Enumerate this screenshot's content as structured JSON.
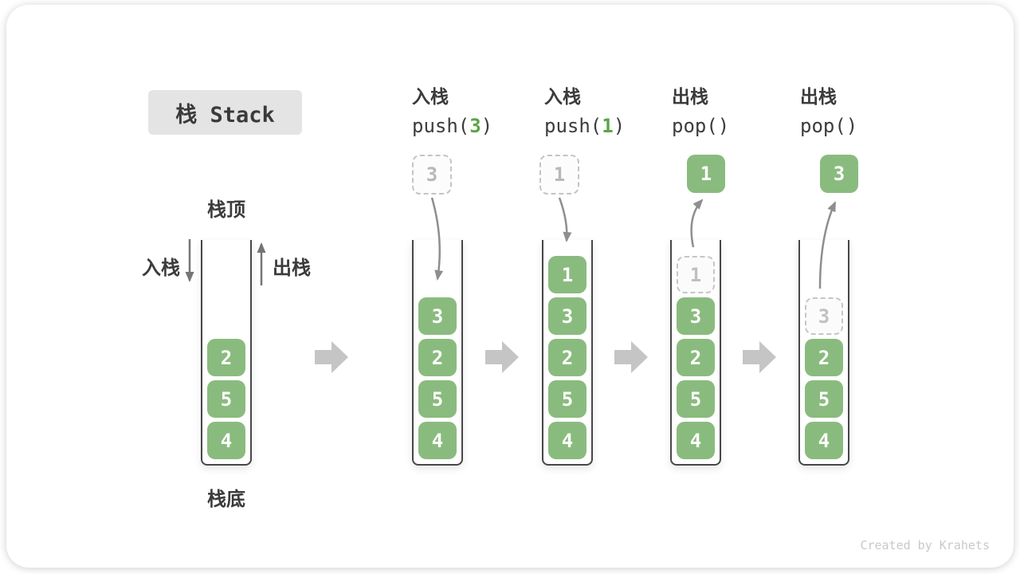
{
  "title": {
    "text": "栈 Stack"
  },
  "side_labels": {
    "stack_top": "栈顶",
    "stack_bottom": "栈底",
    "push_in": "入栈",
    "pop_out": "出栈"
  },
  "operations": [
    {
      "name_cn": "入栈",
      "code_pre": "push(",
      "arg": "3",
      "code_post": ")"
    },
    {
      "name_cn": "入栈",
      "code_pre": "push(",
      "arg": "1",
      "code_post": ")"
    },
    {
      "name_cn": "出栈",
      "code_pre": "pop()",
      "arg": "",
      "code_post": ""
    },
    {
      "name_cn": "出栈",
      "code_pre": "pop()",
      "arg": "",
      "code_post": ""
    }
  ],
  "floating_values": {
    "push3": "3",
    "push1": "1",
    "pop1": "1",
    "pop3": "3"
  },
  "stacks": {
    "initial": {
      "cells": [
        "2",
        "5",
        "4"
      ]
    },
    "after_push3": {
      "cells": [
        "3",
        "2",
        "5",
        "4"
      ]
    },
    "after_push1": {
      "cells": [
        "1",
        "3",
        "2",
        "5",
        "4"
      ]
    },
    "after_pop1": {
      "ghost": "1",
      "cells": [
        "3",
        "2",
        "5",
        "4"
      ]
    },
    "after_pop3": {
      "ghost": "3",
      "cells": [
        "2",
        "5",
        "4"
      ]
    }
  },
  "colors": {
    "cell_green": "#8abb7e",
    "code_arg_green": "#5aa546",
    "curved_arrow_gray": "#8e8e8e",
    "straight_arrow_gray": "#757575",
    "block_arrow_gray": "#c5c5c5",
    "title_badge_bg": "#e4e4e4",
    "text_dark": "#3b3b3b"
  },
  "watermark": {
    "text": "Created by Krahets"
  }
}
